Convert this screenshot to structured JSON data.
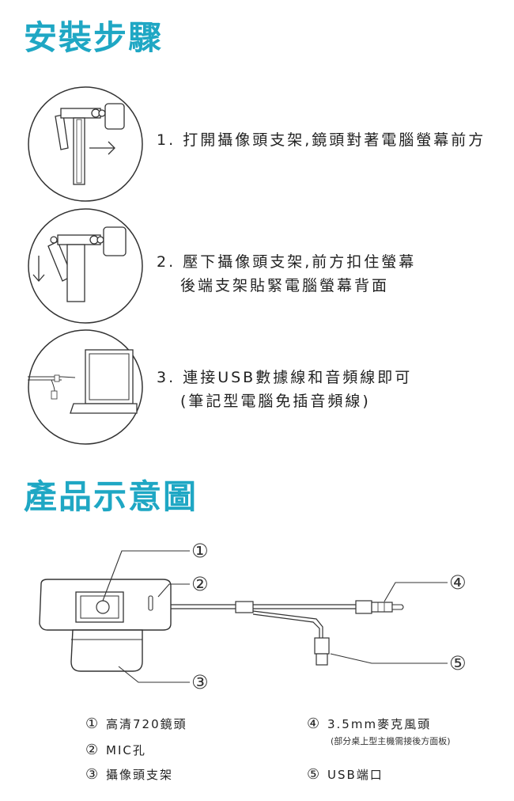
{
  "install": {
    "title": "安裝步驟",
    "steps": [
      {
        "number": "1.",
        "lines": [
          "打開攝像頭支架,鏡頭對著電腦螢幕前方"
        ]
      },
      {
        "number": "2.",
        "lines": [
          "壓下攝像頭支架,前方扣住螢幕",
          "後端支架貼緊電腦螢幕背面"
        ]
      },
      {
        "number": "3.",
        "lines": [
          "連接USB數據線和音頻線即可",
          "(筆記型電腦免插音頻線)"
        ]
      }
    ]
  },
  "product": {
    "title": "產品示意圖",
    "callouts": [
      "①",
      "②",
      "③",
      "④",
      "⑤"
    ],
    "legend": [
      {
        "num": "①",
        "label": "高清720鏡頭"
      },
      {
        "num": "②",
        "label": "MIC孔"
      },
      {
        "num": "③",
        "label": "攝像頭支架"
      },
      {
        "num": "④",
        "label": "3.5mm麥克風頭",
        "note": "(部分桌上型主機需接後方面板)"
      },
      {
        "num": "⑤",
        "label": "USB端口"
      }
    ]
  },
  "colors": {
    "heading": "#1fa7c4",
    "line": "#333333"
  },
  "icons": [
    "arrow-right-icon",
    "arrow-down-icon"
  ]
}
